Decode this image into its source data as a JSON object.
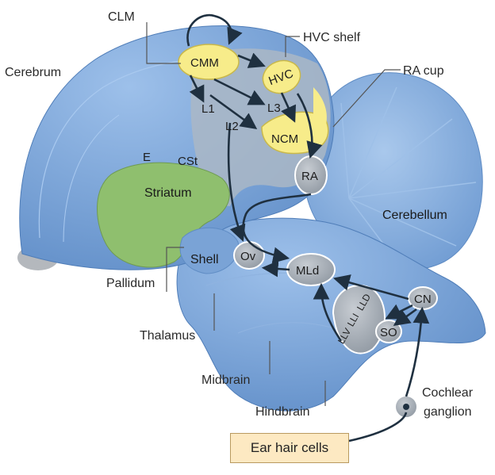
{
  "labels": {
    "clm": "CLM",
    "hvc_shelf": "HVC shelf",
    "cerebrum": "Cerebrum",
    "ra_cup": "RA cup",
    "cmm": "CMM",
    "hvc": "HVC",
    "l1": "L1",
    "l2": "L2",
    "l3": "L3",
    "ncm": "NCM",
    "e": "E",
    "cst": "CSt",
    "ra": "RA",
    "striatum": "Striatum",
    "cerebellum": "Cerebellum",
    "ov": "Ov",
    "shell": "Shell",
    "pallidum": "Pallidum",
    "mld": "MLd",
    "lld": "LLD",
    "lli": "LLI",
    "llv": "LLV",
    "cn": "CN",
    "so": "SO",
    "thalamus": "Thalamus",
    "midbrain": "Midbrain",
    "hindbrain": "Hindbrain",
    "cochlear_ganglion": "Cochlear ganglion",
    "cochlear_line1": "Cochlear",
    "cochlear_line2": "ganglion",
    "ear_hair_cells": "Ear hair cells"
  },
  "colors": {
    "brain_blue": "#7fa9d8",
    "brain_blue_dark": "#5f8cc4",
    "yellow_region": "#f7ec8a",
    "striatum_green": "#8fbf6e",
    "nucleus_grey": "#9aa3ad",
    "pathway": "#1f3040"
  }
}
